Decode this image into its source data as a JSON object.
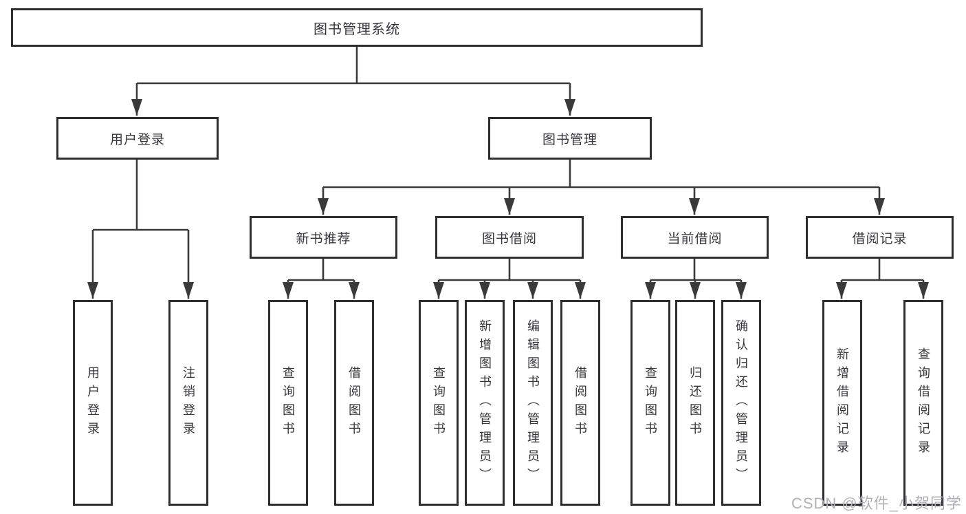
{
  "diagram": {
    "title": "图书管理系统",
    "level2": {
      "user_login": "用户登录",
      "book_mgmt": "图书管理"
    },
    "level3": {
      "new_book_rec": "新书推荐",
      "book_borrow": "图书借阅",
      "current_borrow": "当前借阅",
      "borrow_records": "借阅记录"
    },
    "leaves": {
      "user_login": [
        "用户登录",
        "注销登录"
      ],
      "new_book_rec": [
        "查询图书",
        "借阅图书"
      ],
      "book_borrow": [
        "查询图书",
        "新增图书（管理员）",
        "编辑图书（管理员）",
        "借阅图书"
      ],
      "current_borrow": [
        "查询图书",
        "归还图书",
        "确认归还（管理员）"
      ],
      "borrow_records": [
        "新增借阅记录",
        "查询借阅记录"
      ]
    },
    "colors": {
      "border": "#2e2e30",
      "line": "#3a3a3a",
      "text": "#37373b",
      "background": "#ffffff",
      "watermark": "#b2b2b6"
    }
  },
  "watermark": {
    "text": "CSDN @软件_小贺同学"
  }
}
